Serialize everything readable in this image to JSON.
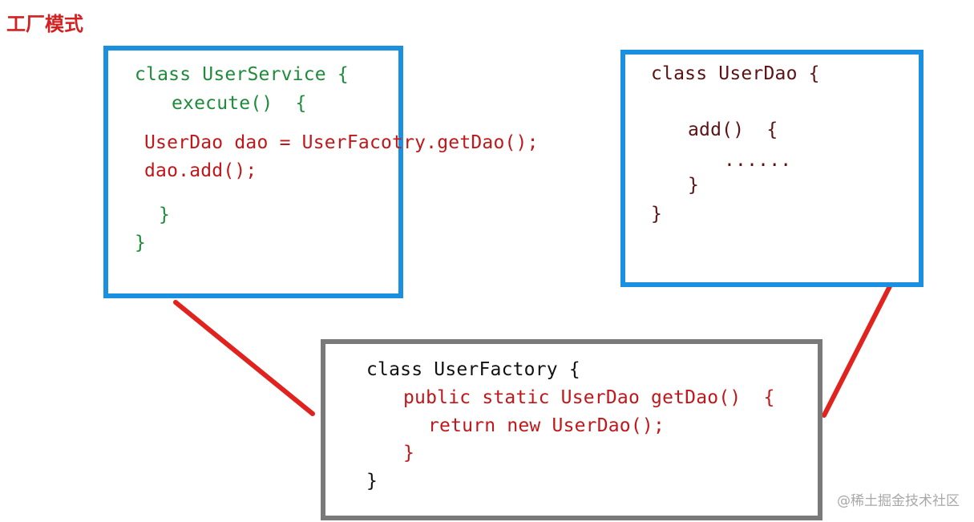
{
  "title": "工厂模式",
  "user_service": {
    "line1": "class UserService {",
    "line2": "execute()  {",
    "line3": "UserDao dao = UserFacotry.getDao();",
    "line4": "dao.add();",
    "line5": "}",
    "line6": "}"
  },
  "user_dao": {
    "line1": "class UserDao {",
    "line2": "add()  {",
    "line3": "......",
    "line4": "}",
    "line5": "}"
  },
  "user_factory": {
    "line1": "class UserFactory {",
    "line2": "public static UserDao getDao()  {",
    "line3": "return new UserDao();",
    "line4": "}",
    "line5": "}"
  },
  "colors": {
    "blue_border": "#1b8fe0",
    "gray_border": "#7a7a7a",
    "connector": "#e0231f",
    "title": "#d42020"
  },
  "watermark": "@稀土掘金技术社区"
}
